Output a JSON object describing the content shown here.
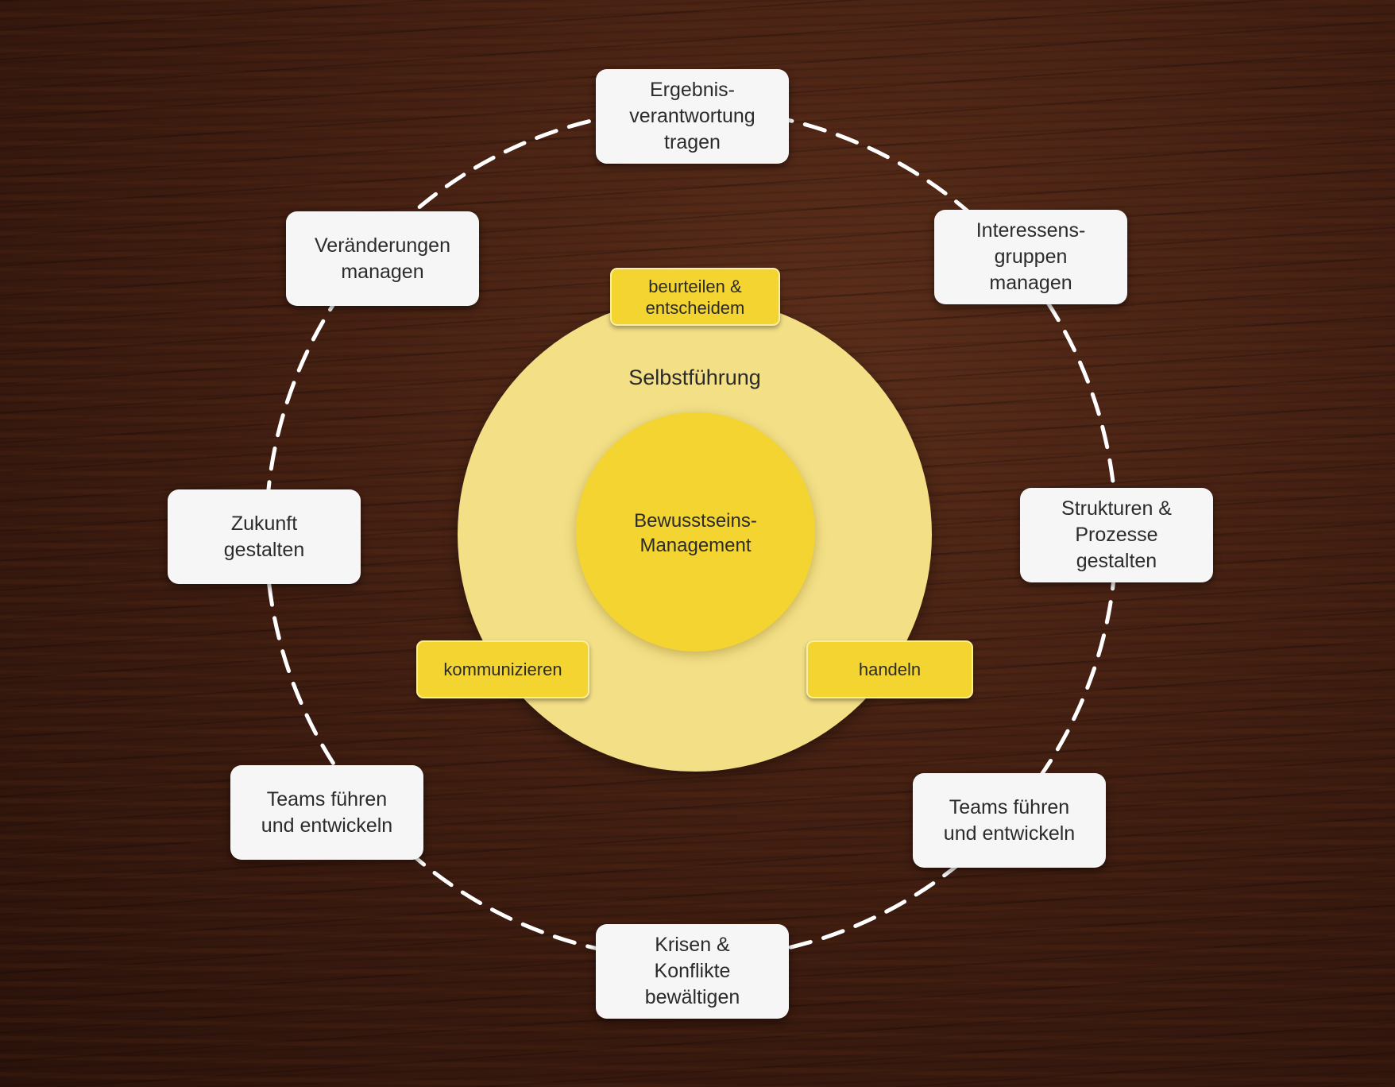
{
  "diagram": {
    "outer_label": "Selbstführung",
    "core_label": "Bewusstseins-\nManagement",
    "skills": [
      {
        "id": "beurteilen",
        "label": "beurteilen &\nentscheidem"
      },
      {
        "id": "kommunizieren",
        "label": "kommunizieren"
      },
      {
        "id": "handeln",
        "label": "handeln"
      }
    ],
    "ring_items": [
      {
        "id": "ergebnis",
        "label": "Ergebnis-\nverantwortung\ntragen"
      },
      {
        "id": "interessens",
        "label": "Interessens-\ngruppen\nmanagen"
      },
      {
        "id": "strukturen",
        "label": "Strukturen &\nProzesse\ngestalten"
      },
      {
        "id": "teams-right",
        "label": "Teams führen\nund entwickeln"
      },
      {
        "id": "krisen",
        "label": "Krisen &\nKonflikte\nbewältigen"
      },
      {
        "id": "teams-left",
        "label": "Teams führen\nund entwickeln"
      },
      {
        "id": "zukunft",
        "label": "Zukunft\ngestalten"
      },
      {
        "id": "veraenderungen",
        "label": "Veränderungen\nmanagen"
      }
    ]
  },
  "colors": {
    "ring_dash": "#ffffff",
    "outer_circle": "#f2df86",
    "inner_circle": "#f3d431",
    "skill_box": "#f3d431",
    "ring_box": "#f6f6f6",
    "background": "#3e1c10"
  }
}
